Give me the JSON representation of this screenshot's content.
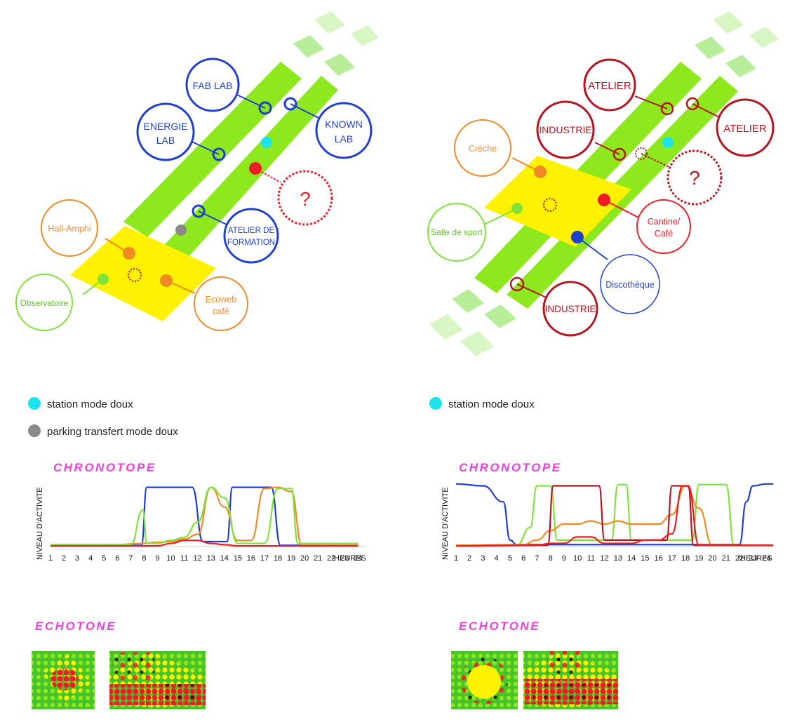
{
  "colors": {
    "green": "#8ee81e",
    "yellow": "#fff200",
    "blue": "#1f3fcf",
    "orange": "#f08a24",
    "lime": "#7ee23a",
    "red": "#ee1c24",
    "darkred": "#b3161f",
    "cyan": "#1de4ec",
    "grey": "#8a8a8a",
    "magenta": "#f23ee0"
  },
  "left_diagram": {
    "labels": {
      "fablab": "FAB LAB",
      "energie_1": "ENERGIE",
      "energie_2": "LAB",
      "known_1": "KNOWN",
      "known_2": "LAB",
      "question": "?",
      "atelier_1": "ATELIER DE",
      "atelier_2": "FORMATION",
      "hall": "Hall-Amphi",
      "observatoire": "Observatoire",
      "ecoweb_1": "Ecoweb",
      "ecoweb_2": "café"
    }
  },
  "right_diagram": {
    "labels": {
      "atelier_top": "ATELIER",
      "atelier_right": "ATELIER",
      "industrie_top": "INDUSTRIE",
      "industrie_bottom": "INDUSTRIE",
      "question": "?",
      "creche": "Crèche",
      "salle": "Salle de sport",
      "cantine_1": "Cantine/",
      "cantine_2": "Café",
      "disco": "Discothèque"
    }
  },
  "legend_left": {
    "station": "station mode doux",
    "parking": "parking transfert mode doux"
  },
  "legend_right": {
    "station": "station mode doux"
  },
  "chronotope_title": "CHRONOTOPE",
  "echotone_title": "ECHOTONE",
  "chart_data": [
    {
      "type": "line",
      "title": "CHRONOTOPE",
      "ylabel": "NIVEAU D'ACTIVITE",
      "xlabel": "/HEURES",
      "categories": [
        "1",
        "2",
        "3",
        "4",
        "5",
        "6",
        "7",
        "8",
        "9",
        "10",
        "11",
        "12",
        "13",
        "14",
        "15",
        "16",
        "17",
        "18",
        "19",
        "20",
        "21",
        "22",
        "23",
        "24"
      ],
      "ylim": [
        0,
        1
      ],
      "series": [
        {
          "color": "#1f3fcf",
          "x": [
            1,
            7.8,
            8.2,
            11.6,
            12.4,
            14.2,
            14.6,
            17.5,
            18.2,
            24
          ],
          "y": [
            0.02,
            0.02,
            0.97,
            0.97,
            0.08,
            0.08,
            0.97,
            0.97,
            0.02,
            0.02
          ]
        },
        {
          "color": "#f08a24",
          "x": [
            1,
            5,
            8,
            9,
            10,
            11,
            12,
            13,
            14,
            15,
            16,
            17,
            18,
            19,
            19.8,
            24
          ],
          "y": [
            0.02,
            0.02,
            0.05,
            0.07,
            0.08,
            0.12,
            0.2,
            0.97,
            0.65,
            0.1,
            0.1,
            0.95,
            0.97,
            0.9,
            0.02,
            0.02
          ]
        },
        {
          "color": "#7ee23a",
          "x": [
            1,
            7,
            7.9,
            8.2,
            9,
            10,
            11,
            12,
            13,
            14,
            15,
            16,
            17,
            18,
            19,
            19.5,
            24
          ],
          "y": [
            0.03,
            0.03,
            0.6,
            0.05,
            0.05,
            0.1,
            0.15,
            0.4,
            0.97,
            0.8,
            0.05,
            0.05,
            0.05,
            0.95,
            0.95,
            0.05,
            0.05
          ]
        },
        {
          "color": "#ee1c24",
          "x": [
            1,
            9,
            10,
            11,
            12,
            13,
            14,
            15,
            16,
            17,
            18,
            24
          ],
          "y": [
            0.01,
            0.01,
            0.05,
            0.1,
            0.1,
            0.05,
            0.03,
            0.01,
            0.01,
            0.01,
            0.01,
            0.01
          ]
        }
      ]
    },
    {
      "type": "line",
      "title": "CHRONOTOPE",
      "ylabel": "NIVEAU D'ACTIVITE",
      "xlabel": "/HEURES",
      "categories": [
        "1",
        "2",
        "3",
        "4",
        "5",
        "6",
        "7",
        "8",
        "9",
        "10",
        "11",
        "12",
        "13",
        "14",
        "15",
        "16",
        "17",
        "18",
        "19",
        "20",
        "21",
        "22",
        "23",
        "24"
      ],
      "ylim": [
        0,
        1
      ],
      "series": [
        {
          "color": "#1f3fcf",
          "x": [
            1,
            3,
            4.5,
            5,
            5.5,
            22,
            22.5,
            23,
            24,
            24.5
          ],
          "y": [
            0.98,
            0.95,
            0.7,
            0.1,
            0.03,
            0.03,
            0.7,
            0.95,
            0.98,
            0.98
          ]
        },
        {
          "color": "#7ee23a",
          "x": [
            1,
            5.5,
            6.5,
            7,
            8,
            8.5,
            12.5,
            13,
            13.6,
            14,
            18.5,
            19,
            21,
            21.6,
            24.5
          ],
          "y": [
            0.02,
            0.02,
            0.3,
            0.95,
            0.95,
            0.1,
            0.1,
            0.97,
            0.97,
            0.1,
            0.1,
            0.97,
            0.97,
            0.02,
            0.02
          ]
        },
        {
          "color": "#f08a24",
          "x": [
            1,
            6,
            7,
            8,
            9,
            10,
            11,
            12,
            13,
            14,
            15,
            16,
            17,
            18,
            19,
            20,
            24.5
          ],
          "y": [
            0.02,
            0.03,
            0.1,
            0.25,
            0.35,
            0.35,
            0.4,
            0.35,
            0.4,
            0.35,
            0.35,
            0.35,
            0.5,
            0.95,
            0.6,
            0.02,
            0.02
          ]
        },
        {
          "color": "#b3161f",
          "x": [
            1,
            7.8,
            8.2,
            11.6,
            12,
            16.6,
            17,
            18.2,
            18.6,
            24.5
          ],
          "y": [
            0.01,
            0.02,
            0.95,
            0.95,
            0.1,
            0.1,
            0.95,
            0.95,
            0.02,
            0.02
          ]
        },
        {
          "color": "#ee1c24",
          "x": [
            1,
            7,
            8,
            9,
            10,
            11,
            12,
            13,
            14,
            15,
            16,
            17,
            17.8,
            18.2,
            19,
            24.5
          ],
          "y": [
            0.01,
            0.02,
            0.05,
            0.05,
            0.15,
            0.15,
            0.05,
            0.05,
            0.05,
            0.1,
            0.1,
            0.2,
            0.95,
            0.95,
            0.02,
            0.02
          ]
        }
      ]
    }
  ]
}
